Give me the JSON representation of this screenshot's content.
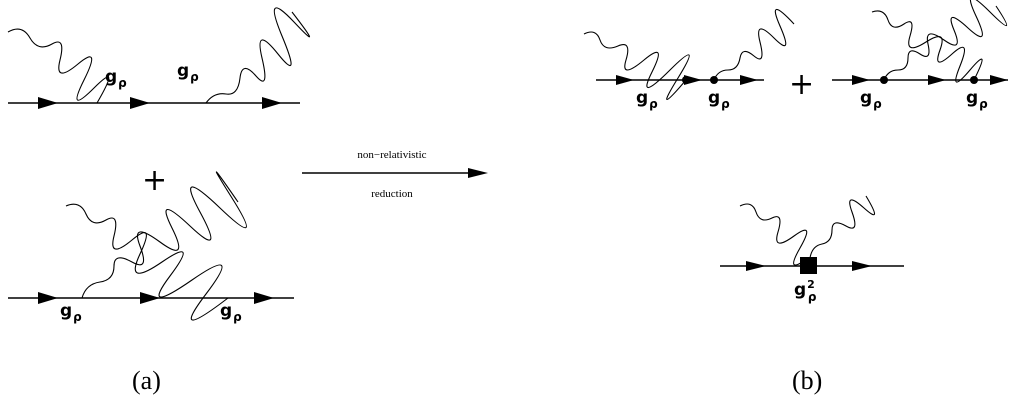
{
  "coupling": {
    "base": "g",
    "sub": "ρ",
    "square": "2"
  },
  "operators": {
    "plus": "+"
  },
  "reduction_arrow": {
    "line1": "non−relativistic",
    "line2": "reduction"
  },
  "panels": {
    "a": "(a)",
    "b": "(b)"
  }
}
